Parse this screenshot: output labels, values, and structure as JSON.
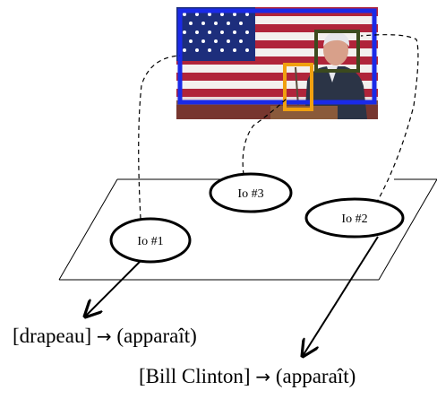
{
  "photo": {
    "subject": "speaker at podium in front of an American flag",
    "colors": {
      "flag_blue": "#1d2e7c",
      "flag_red": "#b0243a",
      "flag_white": "#f3f0ee",
      "box_blue": "#1a2ae8",
      "box_green": "#3c4a1e",
      "box_orange": "#f0a010"
    }
  },
  "nodes": [
    {
      "id": "io1",
      "label": "Io #1"
    },
    {
      "id": "io2",
      "label": "Io #2"
    },
    {
      "id": "io3",
      "label": "Io #3"
    }
  ],
  "captions": [
    {
      "id": "c1",
      "subject": "[drapeau]",
      "arrow": "→",
      "predicate": "(apparaît)"
    },
    {
      "id": "c2",
      "subject": "[Bill Clinton]",
      "arrow": "→",
      "predicate": "(apparaît)"
    }
  ]
}
